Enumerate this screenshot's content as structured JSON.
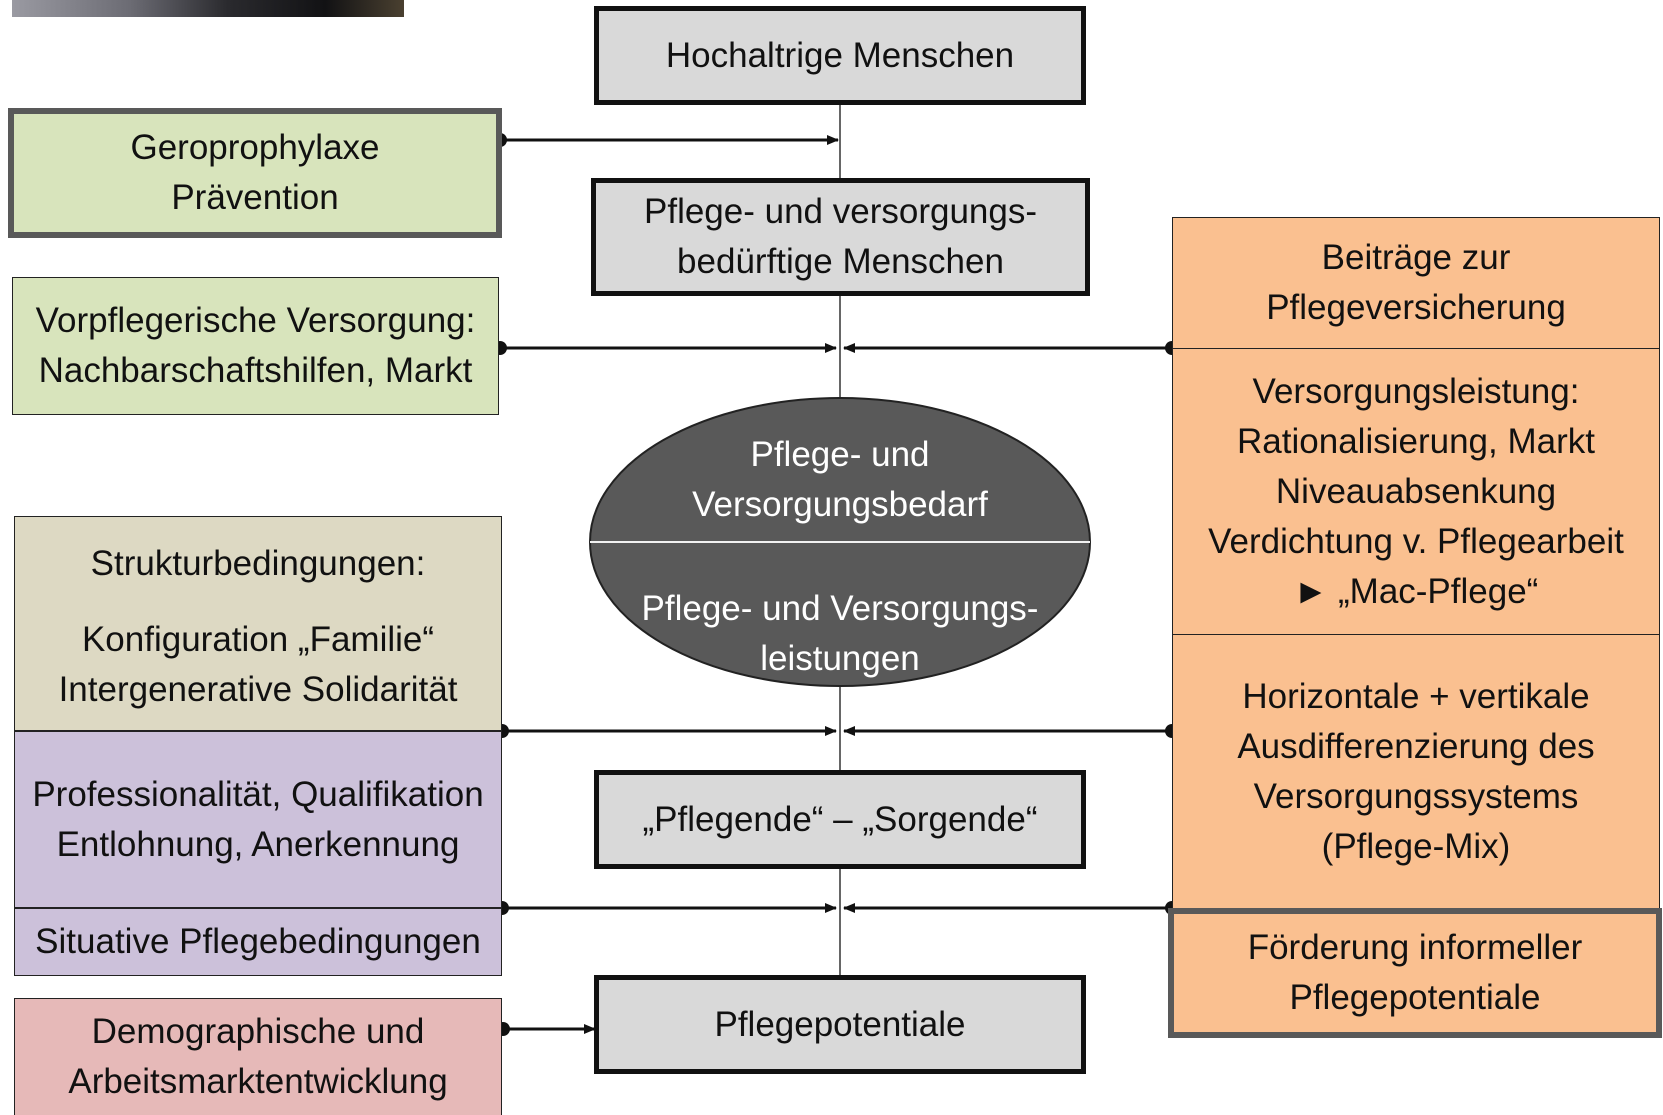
{
  "top_box": {
    "lines": [
      "Hochaltrige Menschen"
    ]
  },
  "needy_box": {
    "lines": [
      "Pflege- und versorgungs-",
      "bedürftige  Menschen"
    ]
  },
  "ellipse": {
    "upper_lines": [
      "Pflege- und",
      "Versorgungsbedarf"
    ],
    "lower_lines": [
      "Pflege- und Versorgungs-",
      "leistungen"
    ]
  },
  "caregivers_box": {
    "lines": [
      "„Pflegende“ – „Sorgende“"
    ]
  },
  "potentials_box": {
    "lines": [
      "Pflegepotentiale"
    ]
  },
  "left": {
    "gero": [
      "Geroprophylaxe",
      "Prävention"
    ],
    "vorpflege": [
      "Vorpflegerische Versorgung:",
      "Nachbarschaftshilfen, Markt"
    ],
    "struktur_title": "Strukturbedingungen:",
    "struktur_lines": [
      "Konfiguration „Familie“",
      "Intergenerative Solidarität"
    ],
    "profession": [
      "Professionalität, Qualifikation",
      "Entlohnung, Anerkennung"
    ],
    "situative": [
      "Situative Pflegebedingungen"
    ],
    "demographie": [
      "Demographische und",
      "Arbeitsmarktentwicklung"
    ]
  },
  "right": {
    "beitraege": [
      "Beiträge zur",
      "Pflegeversicherung"
    ],
    "leistung": [
      "Versorgungsleistung:",
      "Rationalisierung, Markt",
      "Niveauabsenkung",
      "Verdichtung v. Pflegearbeit",
      "► „Mac-Pflege“"
    ],
    "ausdiff": [
      "Horizontale + vertikale",
      "Ausdifferenzierung des",
      "Versorgungssystems",
      "(Pflege-Mix)"
    ],
    "foerderung": [
      "Förderung informeller",
      "Pflegepotentiale"
    ]
  },
  "colors": {
    "grey_box": "#d9d9d9",
    "green": "#d8e4bc",
    "tan": "#ddd9c3",
    "lilac": "#ccc1da",
    "rose": "#e6b9b8",
    "orange": "#fac090",
    "ellipse": "#595959"
  }
}
